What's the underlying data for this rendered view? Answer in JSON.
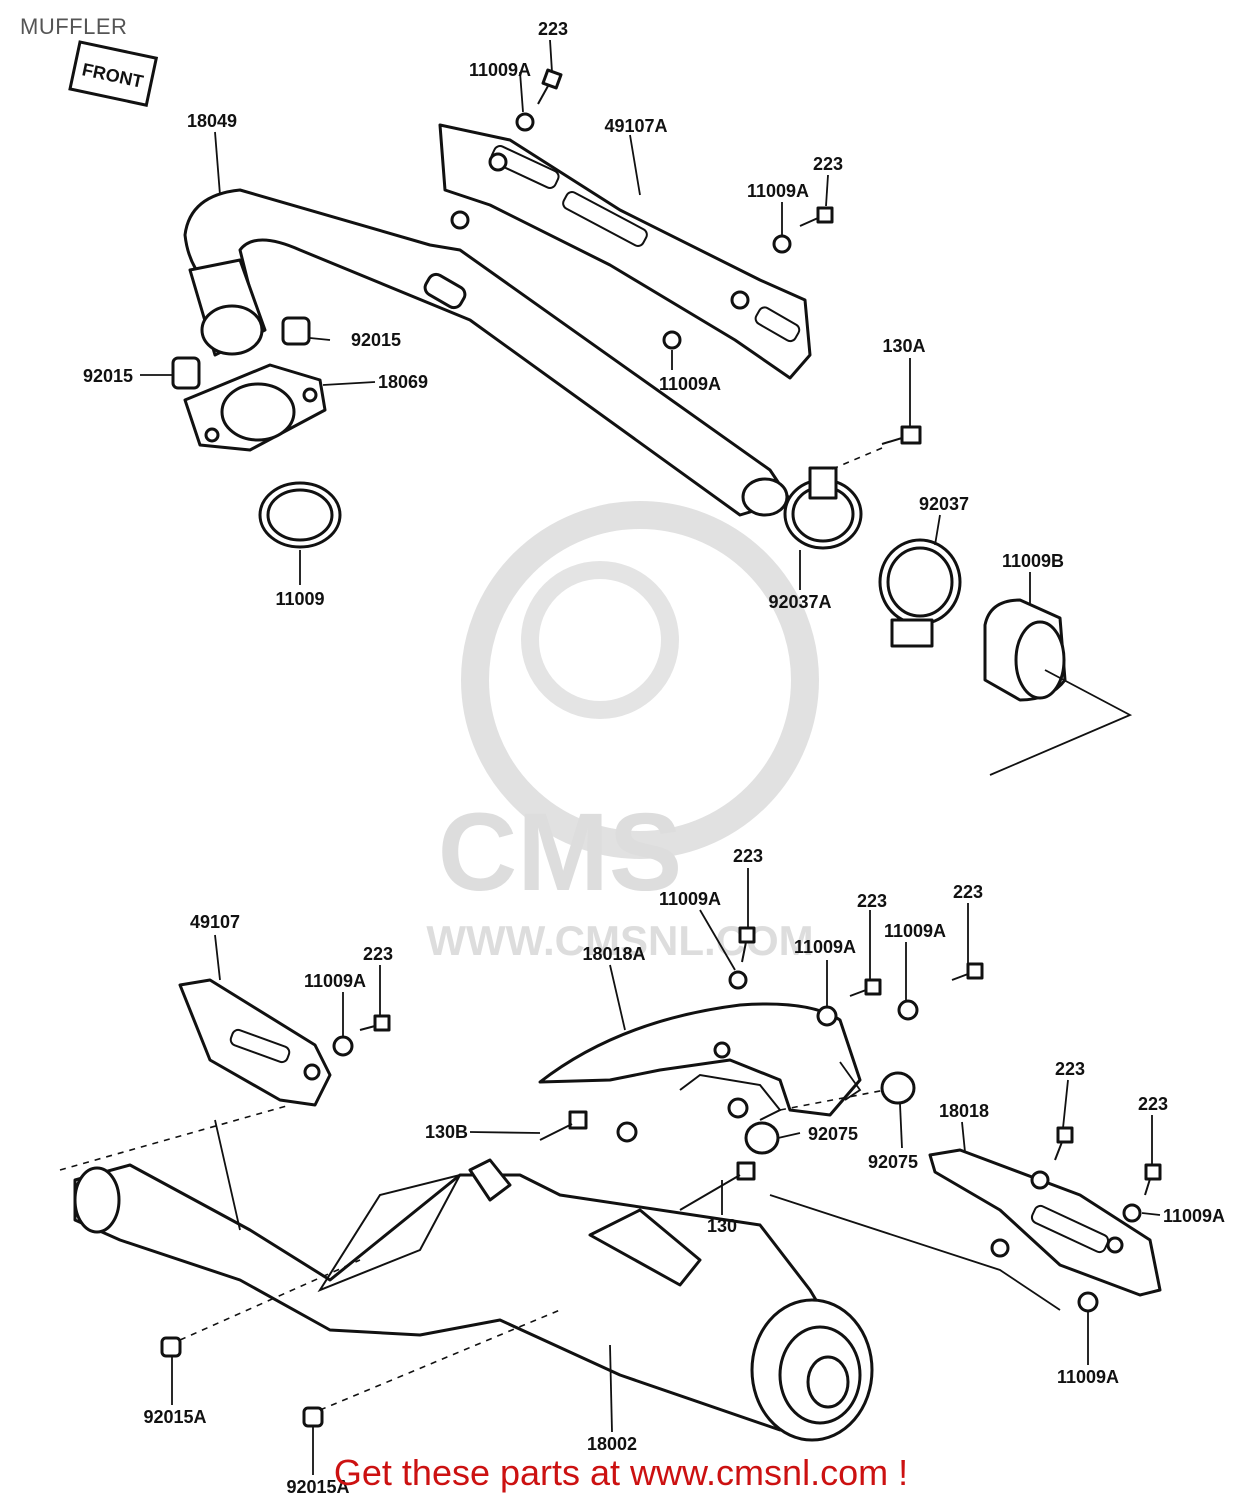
{
  "title": "MUFFLER",
  "front_tag": "FRONT",
  "watermark": {
    "logo": "CMS",
    "url": "WWW.CMSNL.COM"
  },
  "footer": "Get these parts at www.cmsnl.com !",
  "parts": {
    "p223_a": "223",
    "p11009A_a": "11009A",
    "p49107A": "49107A",
    "p223_b": "223",
    "p11009A_b": "11009A",
    "p18049": "18049",
    "p92015_a": "92015",
    "p92015_b": "92015",
    "p18069": "18069",
    "p11009A_c": "11009A",
    "p130A": "130A",
    "p92037": "92037",
    "p11009B": "11009B",
    "p11009": "11009",
    "p92037A": "92037A",
    "p223_c": "223",
    "p11009A_d": "11009A",
    "p223_d": "223",
    "p223_e": "223",
    "p11009A_e": "11009A",
    "p11009A_f": "11009A",
    "p18018A": "18018A",
    "p49107": "49107",
    "p223_f": "223",
    "p11009A_g": "11009A",
    "p223_g": "223",
    "p223_h": "223",
    "p18018": "18018",
    "p130B": "130B",
    "p92075_a": "92075",
    "p92075_b": "92075",
    "p130": "130",
    "p11009A_h": "11009A",
    "p11009A_i": "11009A",
    "p92015A_a": "92015A",
    "p18002": "18002",
    "p92015A_b": "92015A"
  }
}
